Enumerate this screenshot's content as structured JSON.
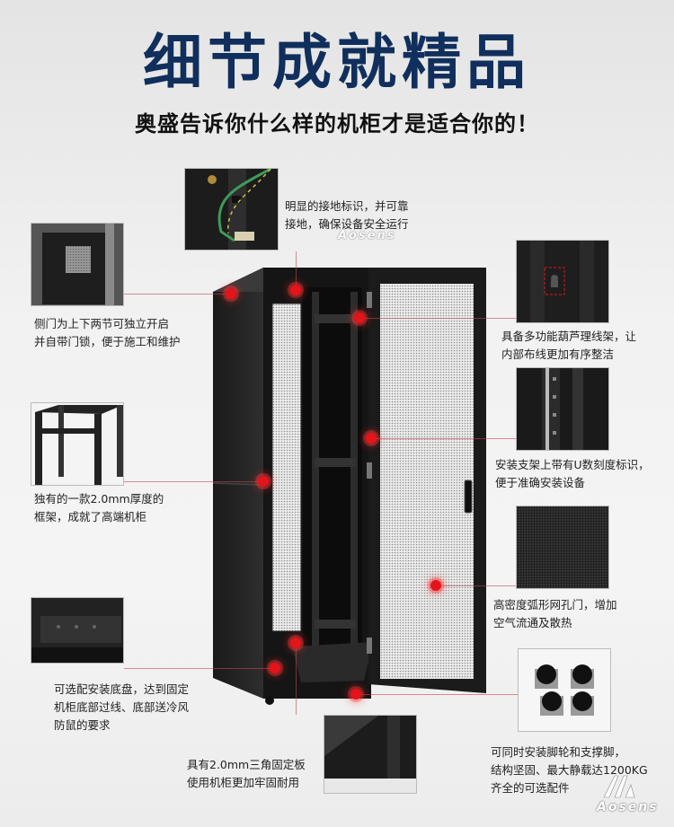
{
  "header": {
    "title": "细节成就精品",
    "subtitle": "奥盛告诉你什么样的机柜才是适合你的！"
  },
  "features": [
    {
      "id": "grounding",
      "caption": "明显的接地标识，并可靠\n接地，确保设备安全运行"
    },
    {
      "id": "side-door",
      "caption": "侧门为上下两节可独立开启\n并自带门锁，便于施工和维护"
    },
    {
      "id": "cable-rack",
      "caption": "具备多功能葫芦理线架，让\n内部布线更加有序整洁"
    },
    {
      "id": "frame",
      "caption": "独有的一款2.0mm厚度的\n框架，成就了高端机柜"
    },
    {
      "id": "u-scale",
      "caption": "安装支架上带有U数刻度标识，\n便于准确安装设备"
    },
    {
      "id": "mesh-door",
      "caption": "高密度弧形网孔门，增加\n空气流通及散热"
    },
    {
      "id": "base",
      "caption": "可选配安装底盘，达到固定\n机柜底部过线、底部送冷风\n防鼠的要求"
    },
    {
      "id": "casters",
      "caption": "可同时安装脚轮和支撑脚，\n结构坚固、最大静载达1200KG\n齐全的可选配件"
    },
    {
      "id": "triangle",
      "caption": "具有2.0mm三角固定板\n使用机柜更加牢固耐用"
    }
  ],
  "watermark": {
    "brand": "Aosens"
  },
  "colors": {
    "title": "#102f5c",
    "marker": "#e4141b"
  }
}
